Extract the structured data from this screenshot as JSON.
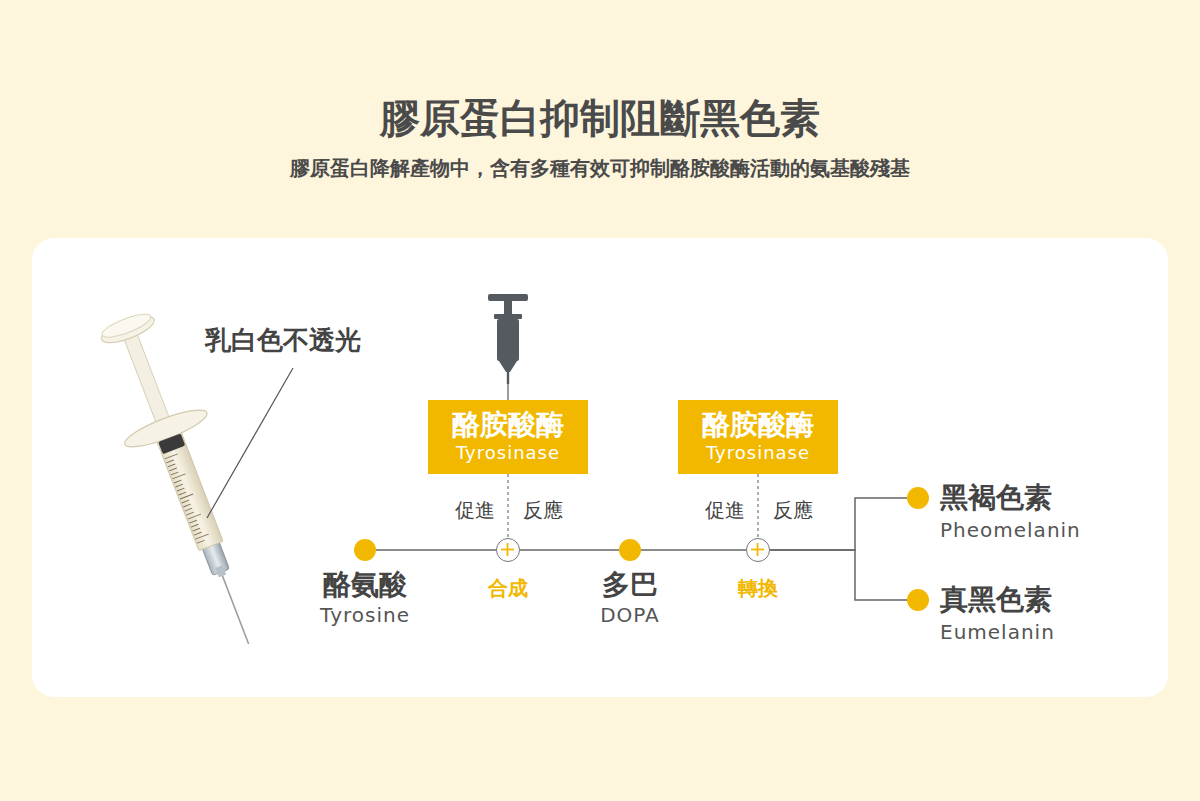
{
  "diagram": {
    "title": "膠原蛋白抑制阻斷黑色素",
    "caption": "膠原蛋白降解產物中，含有多種有效可抑制酪胺酸酶活動的氨基酸殘基",
    "nodes": [
      {
        "text": [
          "酪胺酸酶",
          "Tyrosinase"
        ]
      },
      {
        "text": [
          "酪胺酸酶",
          "Tyrosinase"
        ]
      },
      {
        "text": [
          "酪氨酸",
          "Tyrosine"
        ]
      },
      {
        "text": [
          "合成"
        ]
      },
      {
        "text": [
          "多巴",
          "DOPA"
        ]
      },
      {
        "text": [
          "轉換"
        ]
      },
      {
        "text": [
          "黑褐色素",
          "Pheomelanin"
        ]
      },
      {
        "text": [
          "真黑色素",
          "Eumelanin"
        ]
      }
    ],
    "edges": [
      {
        "from": 0,
        "to": 3,
        "arrow": "none"
      },
      {
        "from": 2,
        "to": 3,
        "arrow": "none"
      },
      {
        "from": 3,
        "to": 4,
        "arrow": "none"
      },
      {
        "from": 1,
        "to": 5,
        "arrow": "none"
      },
      {
        "from": 4,
        "to": 5,
        "arrow": "none"
      },
      {
        "from": 5,
        "to": 6,
        "arrow": "none"
      },
      {
        "from": 5,
        "to": 7,
        "arrow": "none"
      }
    ],
    "labels": [
      "乳白色不透光",
      "促進",
      "反應",
      "促進",
      "反應"
    ]
  }
}
